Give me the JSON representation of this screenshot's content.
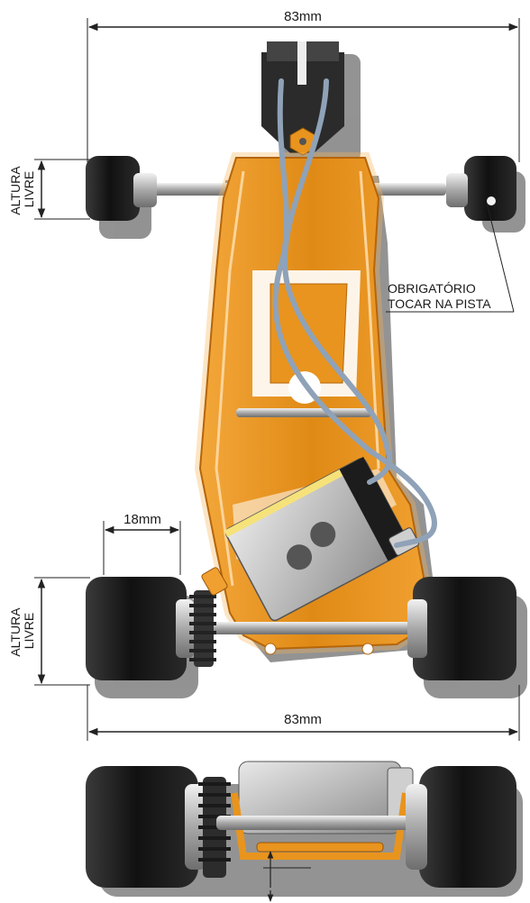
{
  "dimensions": {
    "front_width": "83mm",
    "rear_width": "83mm",
    "rear_tire_width": "18mm"
  },
  "labels": {
    "front_ground_clearance": [
      "ALTURA",
      "LIVRE"
    ],
    "rear_ground_clearance": [
      "ALTURA",
      "LIVRE"
    ],
    "front_tire_note": [
      "OBRIGATÓRIO",
      "TOCAR NA PISTA"
    ]
  },
  "colors": {
    "chassis": "#e8941e",
    "chassis_dark": "#c46a08",
    "tire": "#1a1a1a",
    "axle": "#bcbcbc",
    "motor": "#c8c8c8",
    "wire": "#8fa2b8",
    "shadow": "#7a7a7a",
    "dimension_line": "#222222"
  }
}
